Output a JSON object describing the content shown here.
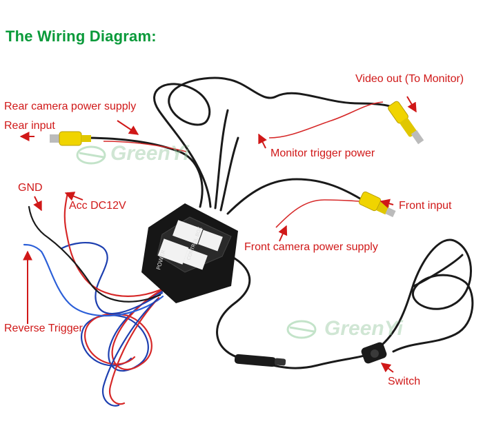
{
  "title": "The Wiring Diagram:",
  "labels": {
    "rear_camera_power": "Rear camera power supply",
    "rear_input": "Rear input",
    "video_out": "Video out (To Monitor)",
    "monitor_trigger": "Monitor trigger power",
    "gnd": "GND",
    "acc": "Acc DC12V",
    "front_input": "Front input",
    "front_camera_power": "Front camera power supply",
    "reverse_trigger": "Reverse Trigger",
    "switch": "Switch"
  },
  "box": {
    "text_top": "POWER",
    "text_mid": "CONTROL BOX"
  },
  "watermark": "GreenYi",
  "colors": {
    "title": "#0a9a3a",
    "label": "#d01818",
    "rca_yellow": "#f0d400",
    "wire_red": "#d62828",
    "wire_blue": "#1d3fb0",
    "box": "#161616"
  }
}
